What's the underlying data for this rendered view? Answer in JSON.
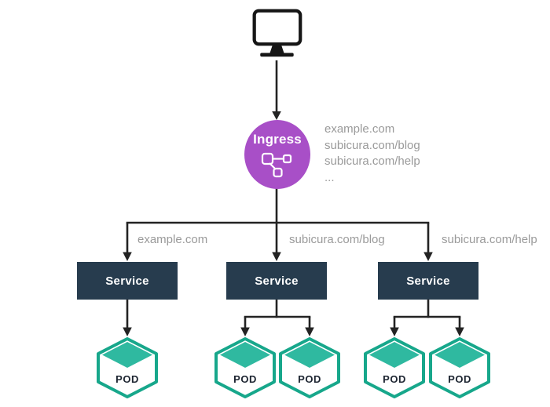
{
  "colors": {
    "ingress_fill": "#a84fc7",
    "service_fill": "#273c4e",
    "pod_stroke": "#17a78b",
    "pod_diamond": "#2fb9a0",
    "connector": "#232323",
    "muted_text": "#9a9a9a"
  },
  "client": {
    "icon": "monitor-icon"
  },
  "ingress": {
    "label": "Ingress",
    "icon": "ingress-routes-icon",
    "routes": [
      "example.com",
      "subicura.com/blog",
      "subicura.com/help",
      "..."
    ]
  },
  "branches": [
    {
      "rule": "example.com",
      "service_label": "Service",
      "pods": [
        "POD"
      ]
    },
    {
      "rule": "subicura.com/blog",
      "service_label": "Service",
      "pods": [
        "POD",
        "POD"
      ]
    },
    {
      "rule": "subicura.com/help",
      "service_label": "Service",
      "pods": [
        "POD",
        "POD"
      ]
    }
  ]
}
